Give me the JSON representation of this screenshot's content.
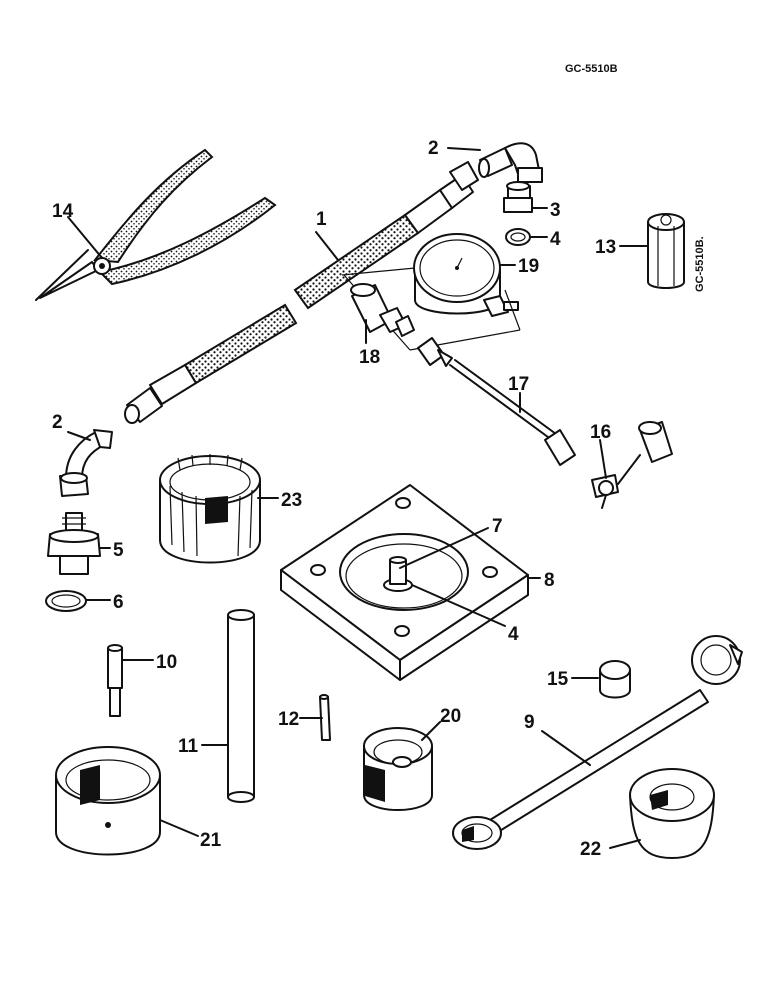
{
  "drawing_code": "GC-5510B",
  "side_code": "GC-5510B.",
  "callouts": {
    "c1": "1",
    "c2a": "2",
    "c2b": "2",
    "c3": "3",
    "c4a": "4",
    "c4b": "4",
    "c5": "5",
    "c6": "6",
    "c7": "7",
    "c8": "8",
    "c9": "9",
    "c10": "10",
    "c11": "11",
    "c12": "12",
    "c13": "13",
    "c14": "14",
    "c15": "15",
    "c16": "16",
    "c17": "17",
    "c18": "18",
    "c19": "19",
    "c20": "20",
    "c21": "21",
    "c22": "22",
    "c23": "23"
  },
  "style": {
    "ink": "#111111",
    "paper": "#ffffff"
  }
}
